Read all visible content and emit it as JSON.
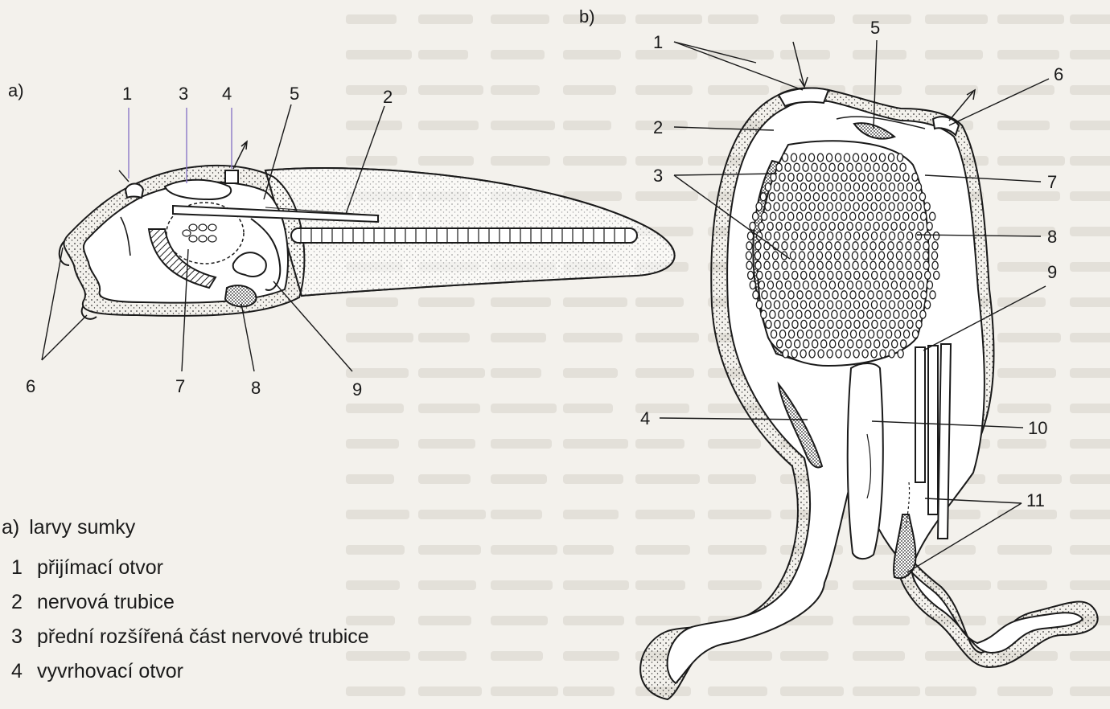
{
  "panel_a": {
    "label": "a)",
    "callouts": [
      "1",
      "3",
      "4",
      "5",
      "2",
      "6",
      "7",
      "8",
      "9"
    ]
  },
  "panel_b": {
    "label": "b)",
    "callouts": [
      "1",
      "5",
      "6",
      "2",
      "3",
      "7",
      "8",
      "9",
      "4",
      "10",
      "11"
    ]
  },
  "legend": {
    "label": "a)",
    "title": "larvy sumky",
    "items": [
      {
        "num": "1",
        "text": "přijímací otvor"
      },
      {
        "num": "2",
        "text": "nervová trubice"
      },
      {
        "num": "3",
        "text": "přední rozšířená část nervové trubice"
      },
      {
        "num": "4",
        "text": "vyvrhovací otvor"
      }
    ]
  },
  "colors": {
    "ink": "#1a1a1a",
    "paper": "#f3f1ec",
    "pointer_purple": "#8a78c8"
  }
}
